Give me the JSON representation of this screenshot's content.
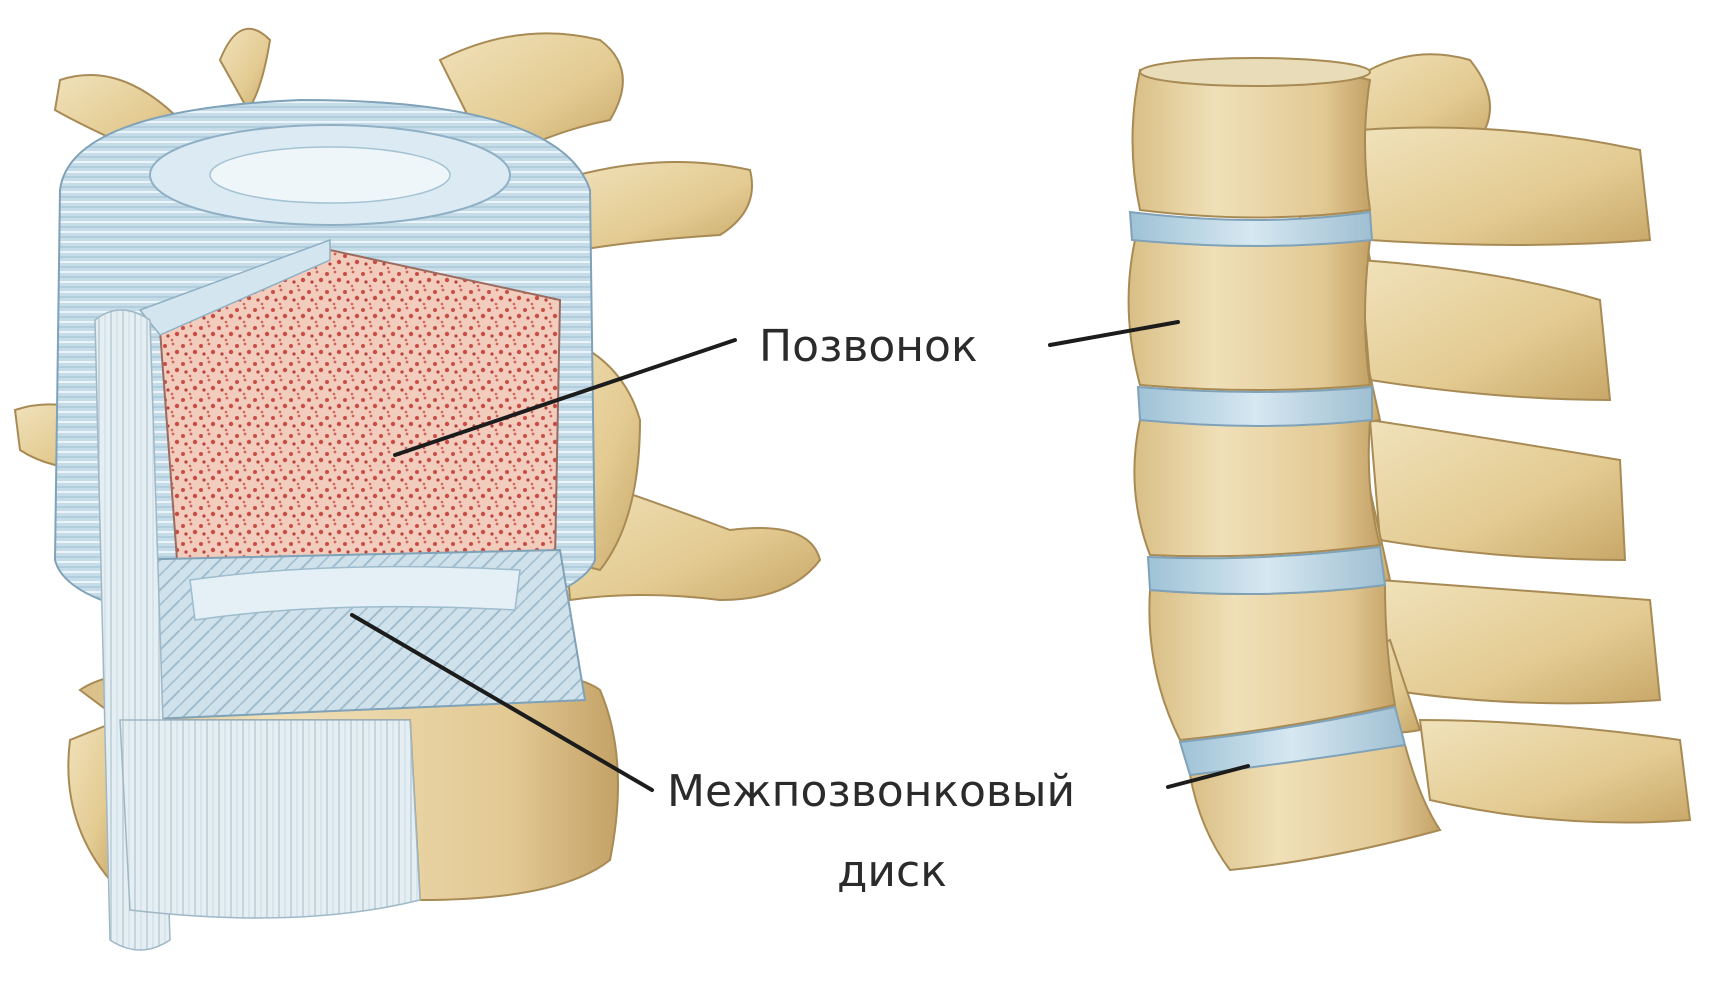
{
  "labels": {
    "vertebra": "Позвонок",
    "disc_line1": "Межпозвонковый",
    "disc_line2": "диск"
  },
  "colors": {
    "bone": "#e7d3a3",
    "bone_shadow": "#c9a869",
    "disc": "#b7d4e3",
    "disc_light": "#dfeef5",
    "marrow": "#f2cdbd",
    "marrow_dots": "#c94c45",
    "leader_line": "#1c1c1c",
    "text": "#2b2b2b"
  }
}
